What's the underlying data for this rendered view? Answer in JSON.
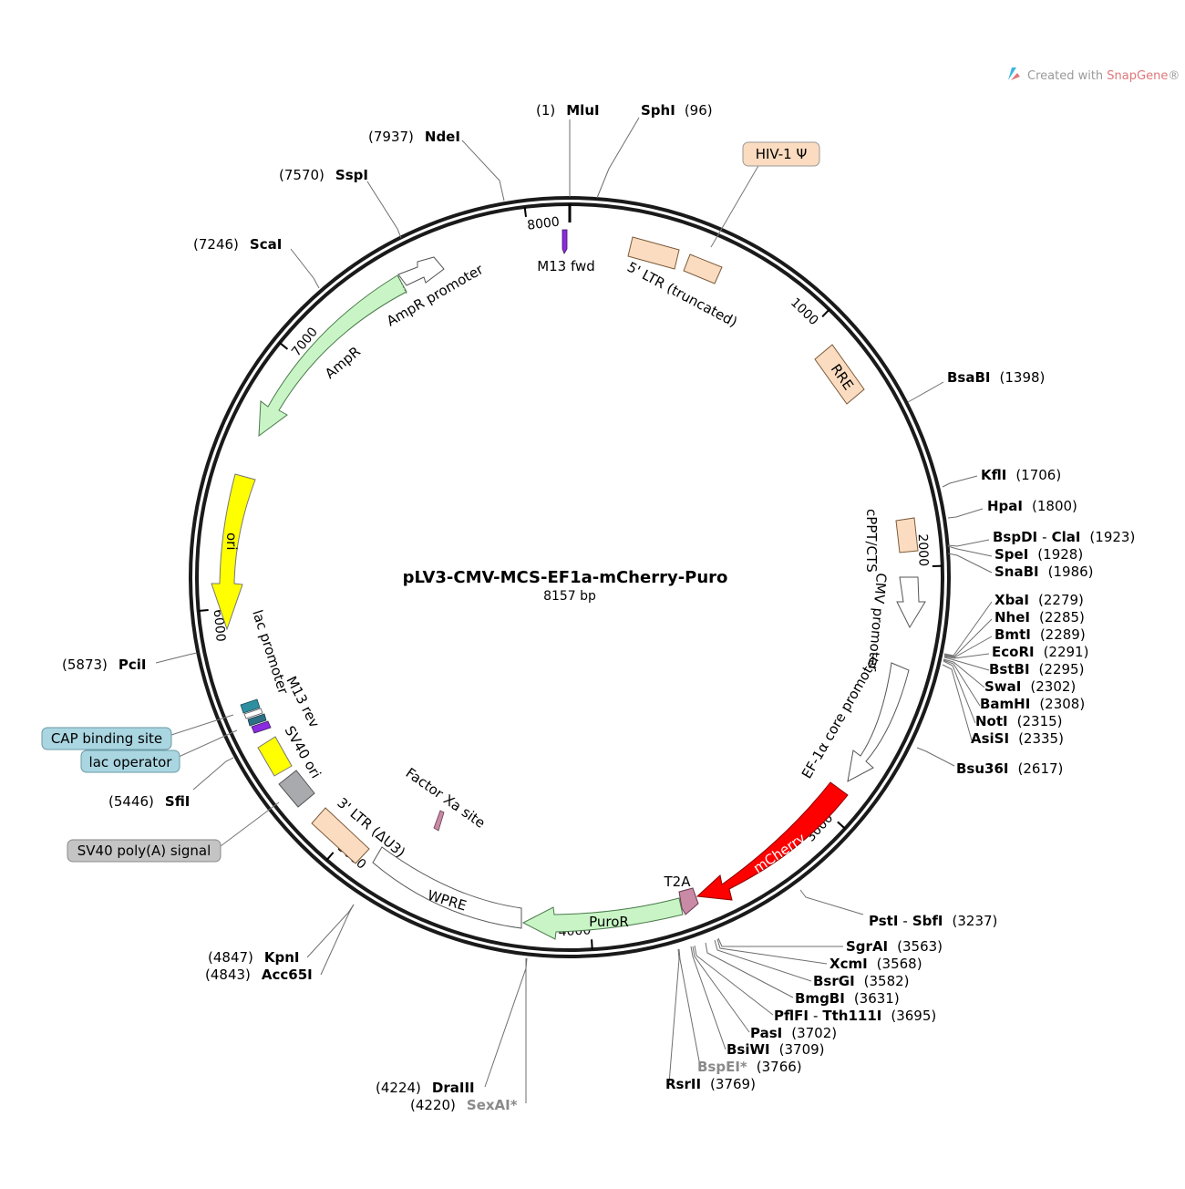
{
  "credit": {
    "prefix": "Created with ",
    "brand": "SnapGene",
    "suffix": "®"
  },
  "plasmid": {
    "name": "pLV3-CMV-MCS-EF1a-mCherry-Puro",
    "size_label": "8157 bp",
    "length": 8157
  },
  "colors": {
    "ltr": "#fbdcc0",
    "ampr": "#c9f5c6",
    "ori": "#ffff00",
    "mcherry": "#ff0000",
    "puro": "#c9f5c6",
    "sv40": "#a8aaad",
    "cap": "#a9d6e1",
    "m13": "#8b2be2",
    "t2a": "#c98aa6",
    "lacop": "#2e8fa0",
    "lacprom": "#2e6f86",
    "gray_label": "#c4c4c4"
  },
  "ticks": [
    {
      "bp": 1000,
      "label": "1000"
    },
    {
      "bp": 2000,
      "label": "2000"
    },
    {
      "bp": 3000,
      "label": "3000"
    },
    {
      "bp": 4000,
      "label": "4000"
    },
    {
      "bp": 5000,
      "label": "5000"
    },
    {
      "bp": 6000,
      "label": "6000"
    },
    {
      "bp": 7000,
      "label": "7000"
    },
    {
      "bp": 8000,
      "label": "8000"
    }
  ],
  "enzymes": [
    {
      "name": "MluI",
      "pos": "(1)"
    },
    {
      "name": "SphI",
      "pos": "(96)"
    },
    {
      "name": "NdeI",
      "pos": "(7937)"
    },
    {
      "name": "SspI",
      "pos": "(7570)"
    },
    {
      "name": "ScaI",
      "pos": "(7246)"
    },
    {
      "name": "BsaBI",
      "pos": "(1398)"
    },
    {
      "name": "KflI",
      "pos": "(1706)"
    },
    {
      "name": "HpaI",
      "pos": "(1800)"
    },
    {
      "name": "BspDI",
      "name2": "ClaI",
      "pos": "(1923)"
    },
    {
      "name": "SpeI",
      "pos": "(1928)"
    },
    {
      "name": "SnaBI",
      "pos": "(1986)"
    },
    {
      "name": "XbaI",
      "pos": "(2279)"
    },
    {
      "name": "NheI",
      "pos": "(2285)"
    },
    {
      "name": "BmtI",
      "pos": "(2289)"
    },
    {
      "name": "EcoRI",
      "pos": "(2291)"
    },
    {
      "name": "BstBI",
      "pos": "(2295)"
    },
    {
      "name": "SwaI",
      "pos": "(2302)"
    },
    {
      "name": "BamHI",
      "pos": "(2308)"
    },
    {
      "name": "NotI",
      "pos": "(2315)"
    },
    {
      "name": "AsiSI",
      "pos": "(2335)"
    },
    {
      "name": "Bsu36I",
      "pos": "(2617)"
    },
    {
      "name": "PstI",
      "name2": "SbfI",
      "pos": "(3237)"
    },
    {
      "name": "SgrAI",
      "pos": "(3563)"
    },
    {
      "name": "XcmI",
      "pos": "(3568)"
    },
    {
      "name": "BsrGI",
      "pos": "(3582)"
    },
    {
      "name": "BmgBI",
      "pos": "(3631)"
    },
    {
      "name": "PflFI",
      "name2": "Tth111I",
      "pos": "(3695)"
    },
    {
      "name": "PasI",
      "pos": "(3702)"
    },
    {
      "name": "BsiWI",
      "pos": "(3709)"
    },
    {
      "name": "BspEI*",
      "pos": "(3766)"
    },
    {
      "name": "RsrII",
      "pos": "(3769)"
    },
    {
      "name": "DraIII",
      "pos": "(4224)"
    },
    {
      "name": "SexAI*",
      "pos": "(4220)"
    },
    {
      "name": "KpnI",
      "pos": "(4847)"
    },
    {
      "name": "Acc65I",
      "pos": "(4843)"
    },
    {
      "name": "SfiI",
      "pos": "(5446)"
    },
    {
      "name": "PciI",
      "pos": "(5873)"
    }
  ],
  "features": {
    "m13_fwd": "M13 fwd",
    "ltr5": "5' LTR (truncated)",
    "hiv_psi": "HIV-1 Ψ",
    "rre": "RRE",
    "cppt": "cPPT/CTS",
    "cmv": "CMV promoter",
    "ef1a": "EF-1α core promoter",
    "mcherry": "mCherry",
    "t2a": "T2A",
    "puror": "PuroR",
    "wpre": "WPRE",
    "factor_xa": "Factor Xa site",
    "ltr3": "3' LTR (ΔU3)",
    "sv40_ori": "SV40 ori",
    "m13_rev": "M13 rev",
    "lac_promoter": "lac promoter",
    "ori": "ori",
    "ampr": "AmpR",
    "ampr_promoter": "AmpR promoter",
    "cap_site": "CAP binding site",
    "lac_operator": "lac operator",
    "sv40_polya": "SV40 poly(A) signal"
  }
}
